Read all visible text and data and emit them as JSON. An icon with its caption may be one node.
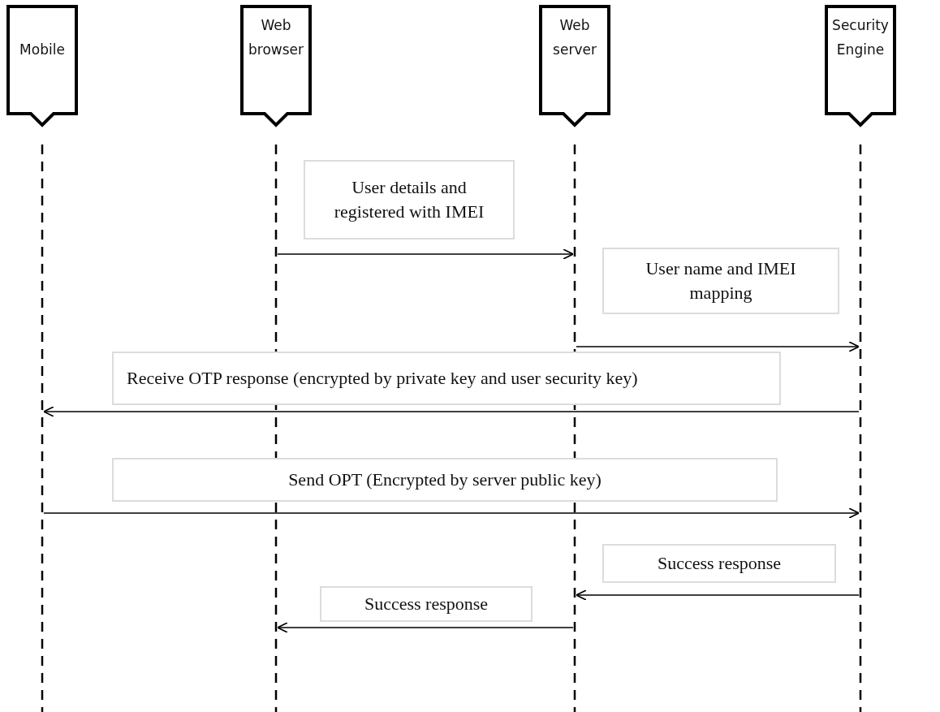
{
  "diagram": {
    "nodes": [
      {
        "text": [
          "Mobile"
        ]
      },
      {
        "text": [
          "Web browser"
        ]
      },
      {
        "text": [
          "Web server"
        ]
      },
      {
        "text": [
          "Security Engine"
        ]
      },
      {
        "text": [],
        "shape": "line"
      },
      {
        "text": [],
        "shape": "line"
      },
      {
        "text": [],
        "shape": "line"
      },
      {
        "text": [],
        "shape": "line"
      }
    ],
    "edges": [
      {
        "from": 5,
        "to": 6,
        "arrow": "to",
        "label": "User details and registered with IMEI"
      },
      {
        "from": 6,
        "to": 7,
        "arrow": "to",
        "label": "User name and IMEI mapping"
      },
      {
        "from": 7,
        "to": 4,
        "arrow": "to",
        "label": "Receive OTP response (encrypted by private key and user security key)"
      },
      {
        "from": 4,
        "to": 7,
        "arrow": "to",
        "label": "Send OPT (Encrypted by server public key)"
      },
      {
        "from": 7,
        "to": 6,
        "arrow": "to",
        "label": "Success response"
      },
      {
        "from": 6,
        "to": 5,
        "arrow": "to",
        "label": "Success response"
      }
    ]
  }
}
